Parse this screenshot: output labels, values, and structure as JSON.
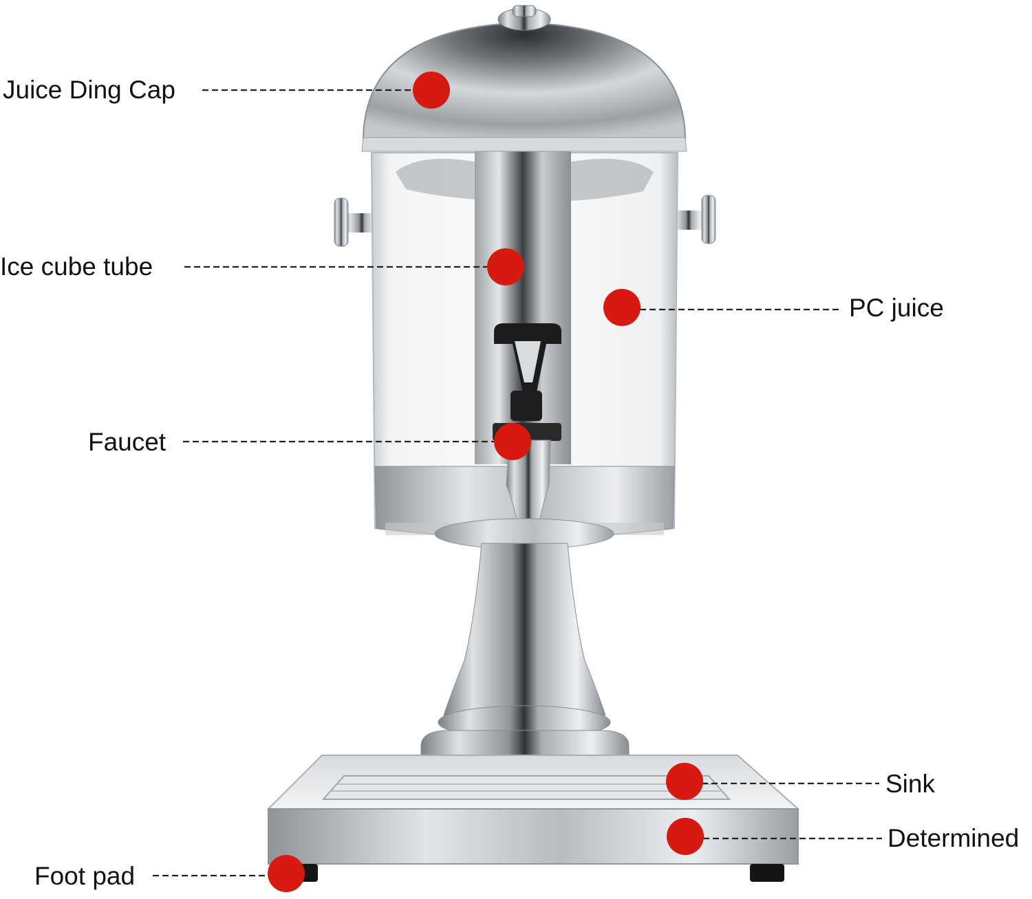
{
  "colors": {
    "marker": "#d61a0f",
    "leader": "#222222",
    "steel_dark": "#5f6469",
    "steel_light": "#e9ecef"
  },
  "labels": {
    "cap": "Juice Ding Cap",
    "tube": "Ice cube tube",
    "faucet": "Faucet",
    "container": "PC juice",
    "sink": "Sink",
    "determined": "Determined",
    "foot": "Foot pad"
  }
}
